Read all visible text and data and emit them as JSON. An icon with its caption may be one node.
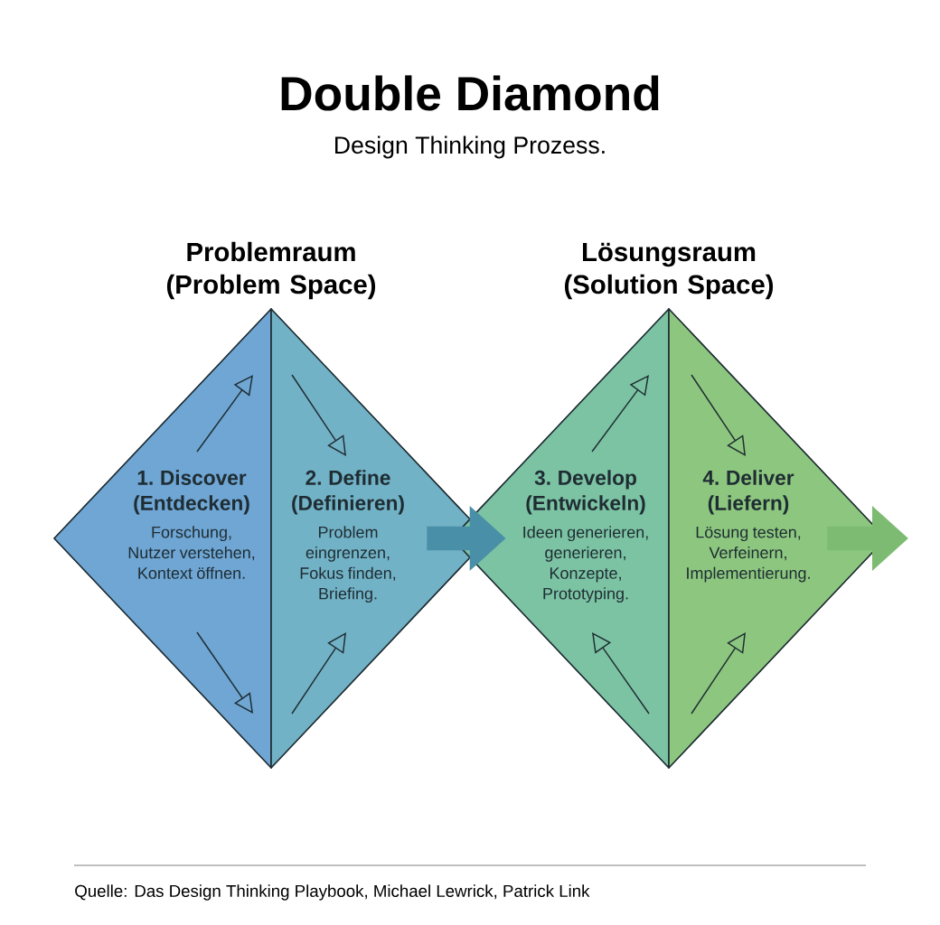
{
  "diagram": {
    "title": "Double Diamond",
    "nodes": [
      {
        "text": [
          "Problemraum (Problem Space)"
        ]
      },
      {
        "text": [
          "1. Discover (Entdecken)",
          "Forschung, Nutzer verstehen, Kontext öffnen."
        ],
        "in": 0
      },
      {
        "text": [
          "2. Define (Definieren)",
          "Problem eingrenzen, Fokus finden, Briefing."
        ],
        "in": 0
      },
      {
        "text": [
          "Lösungsraum (Solution Space)"
        ]
      },
      {
        "text": [
          "3. Develop (Entwickeln)",
          "Ideen generieren, generieren, Konzepte, Prototyping."
        ],
        "in": 3
      },
      {
        "text": [
          "4. Deliver (Liefern)",
          "Lösung testen, Verfeinern, Implementierung."
        ],
        "in": 3
      }
    ],
    "edges": [
      {
        "from": 2,
        "to": 4,
        "arrow": "to",
        "color": "#4a8fa8"
      },
      {
        "from": 5,
        "to": null,
        "arrow": "to",
        "color": "#7dbb72"
      }
    ],
    "labels": [
      "Design Thinking Prozess.",
      "Quelle: Das Design Thinking Playbook, Michael Lewrick, Patrick Link"
    ]
  }
}
